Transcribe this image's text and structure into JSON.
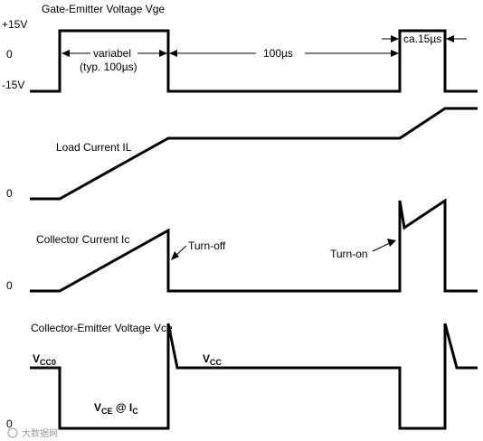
{
  "gate": {
    "title": "Gate-Emitter Voltage Vge",
    "y_plus": "+15V",
    "y_zero": "0",
    "y_minus": "-15V",
    "variable_line1": "variabel",
    "variable_line2": "(typ. 100µs)",
    "gap": "100µs",
    "pulse2": "ca.15µs"
  },
  "load": {
    "title": "Load Current IL",
    "y_zero": "0"
  },
  "collector": {
    "title": "Collector Current Ic",
    "y_zero": "0",
    "turn_off": "Turn-off",
    "turn_on": "Turn-on"
  },
  "vce": {
    "title": "Collector-Emitter Voltage Vce",
    "y_zero": "0",
    "vcc0_main": "V",
    "vcc0_sub": "CC0",
    "vcc_main": "V",
    "vcc_sub": "CC",
    "vce_main": "V",
    "vce_sub": "CE",
    "vce_at": " @ I",
    "vce_ic_sub": "C"
  },
  "watermark": "大数据网"
}
